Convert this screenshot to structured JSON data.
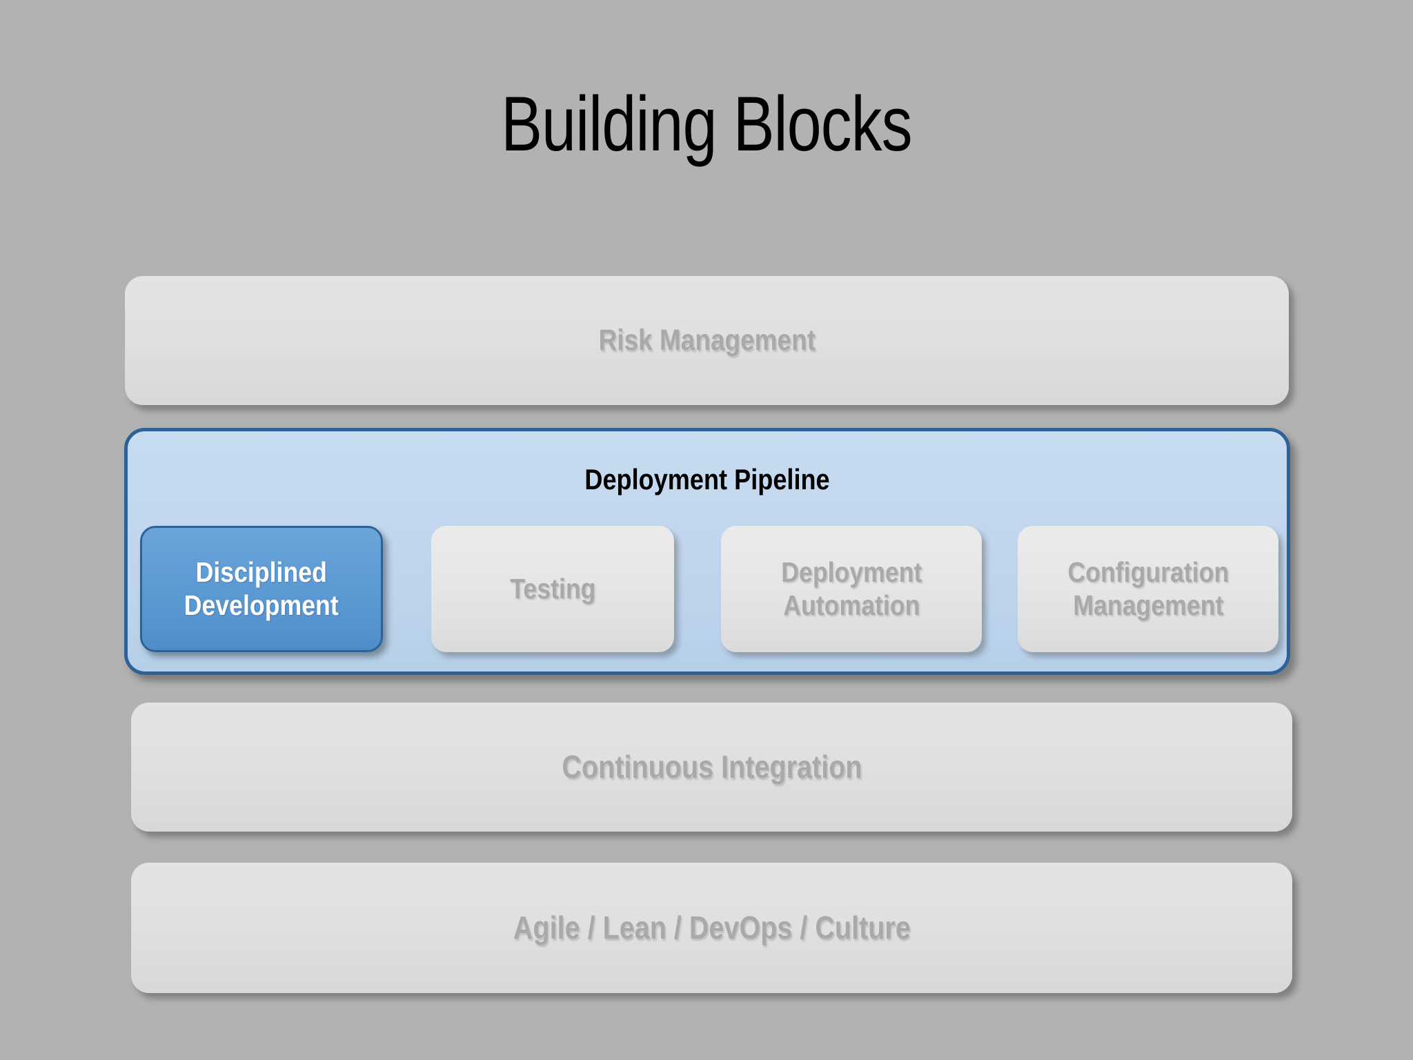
{
  "slide": {
    "title": "Building Blocks",
    "background_color": "#b2b2b2"
  },
  "layers": [
    {
      "id": "risk",
      "label": "Risk Management",
      "state": "dimmed",
      "fill_color": "#e0e0e0",
      "text_color": "#a9a9a9"
    },
    {
      "id": "pipeline",
      "label": "Deployment Pipeline",
      "state": "highlighted",
      "fill_color": "#c2d7ed",
      "border_color": "#2d6298",
      "text_color": "#000000"
    },
    {
      "id": "continuous-integration",
      "label": "Continuous Integration",
      "state": "dimmed",
      "fill_color": "#e0e0e0",
      "text_color": "#a9a9a9"
    },
    {
      "id": "culture",
      "label": "Agile / Lean / DevOps / Culture",
      "state": "dimmed",
      "fill_color": "#e0e0e0",
      "text_color": "#a9a9a9"
    }
  ],
  "pipeline_boxes": [
    {
      "id": "disciplined-development",
      "label": "Disciplined\nDevelopment",
      "state": "selected",
      "fill_color": "#5b9bd5",
      "border_color": "#2d6298",
      "text_color": "#ffffff"
    },
    {
      "id": "testing",
      "label": "Testing",
      "state": "dimmed",
      "fill_color": "#e3e3e3",
      "text_color": "#a9a9a9"
    },
    {
      "id": "deployment-automation",
      "label": "Deployment\nAutomation",
      "state": "dimmed",
      "fill_color": "#e3e3e3",
      "text_color": "#a9a9a9"
    },
    {
      "id": "configuration-management",
      "label": "Configuration\nManagement",
      "state": "dimmed",
      "fill_color": "#e3e3e3",
      "text_color": "#a9a9a9"
    }
  ]
}
